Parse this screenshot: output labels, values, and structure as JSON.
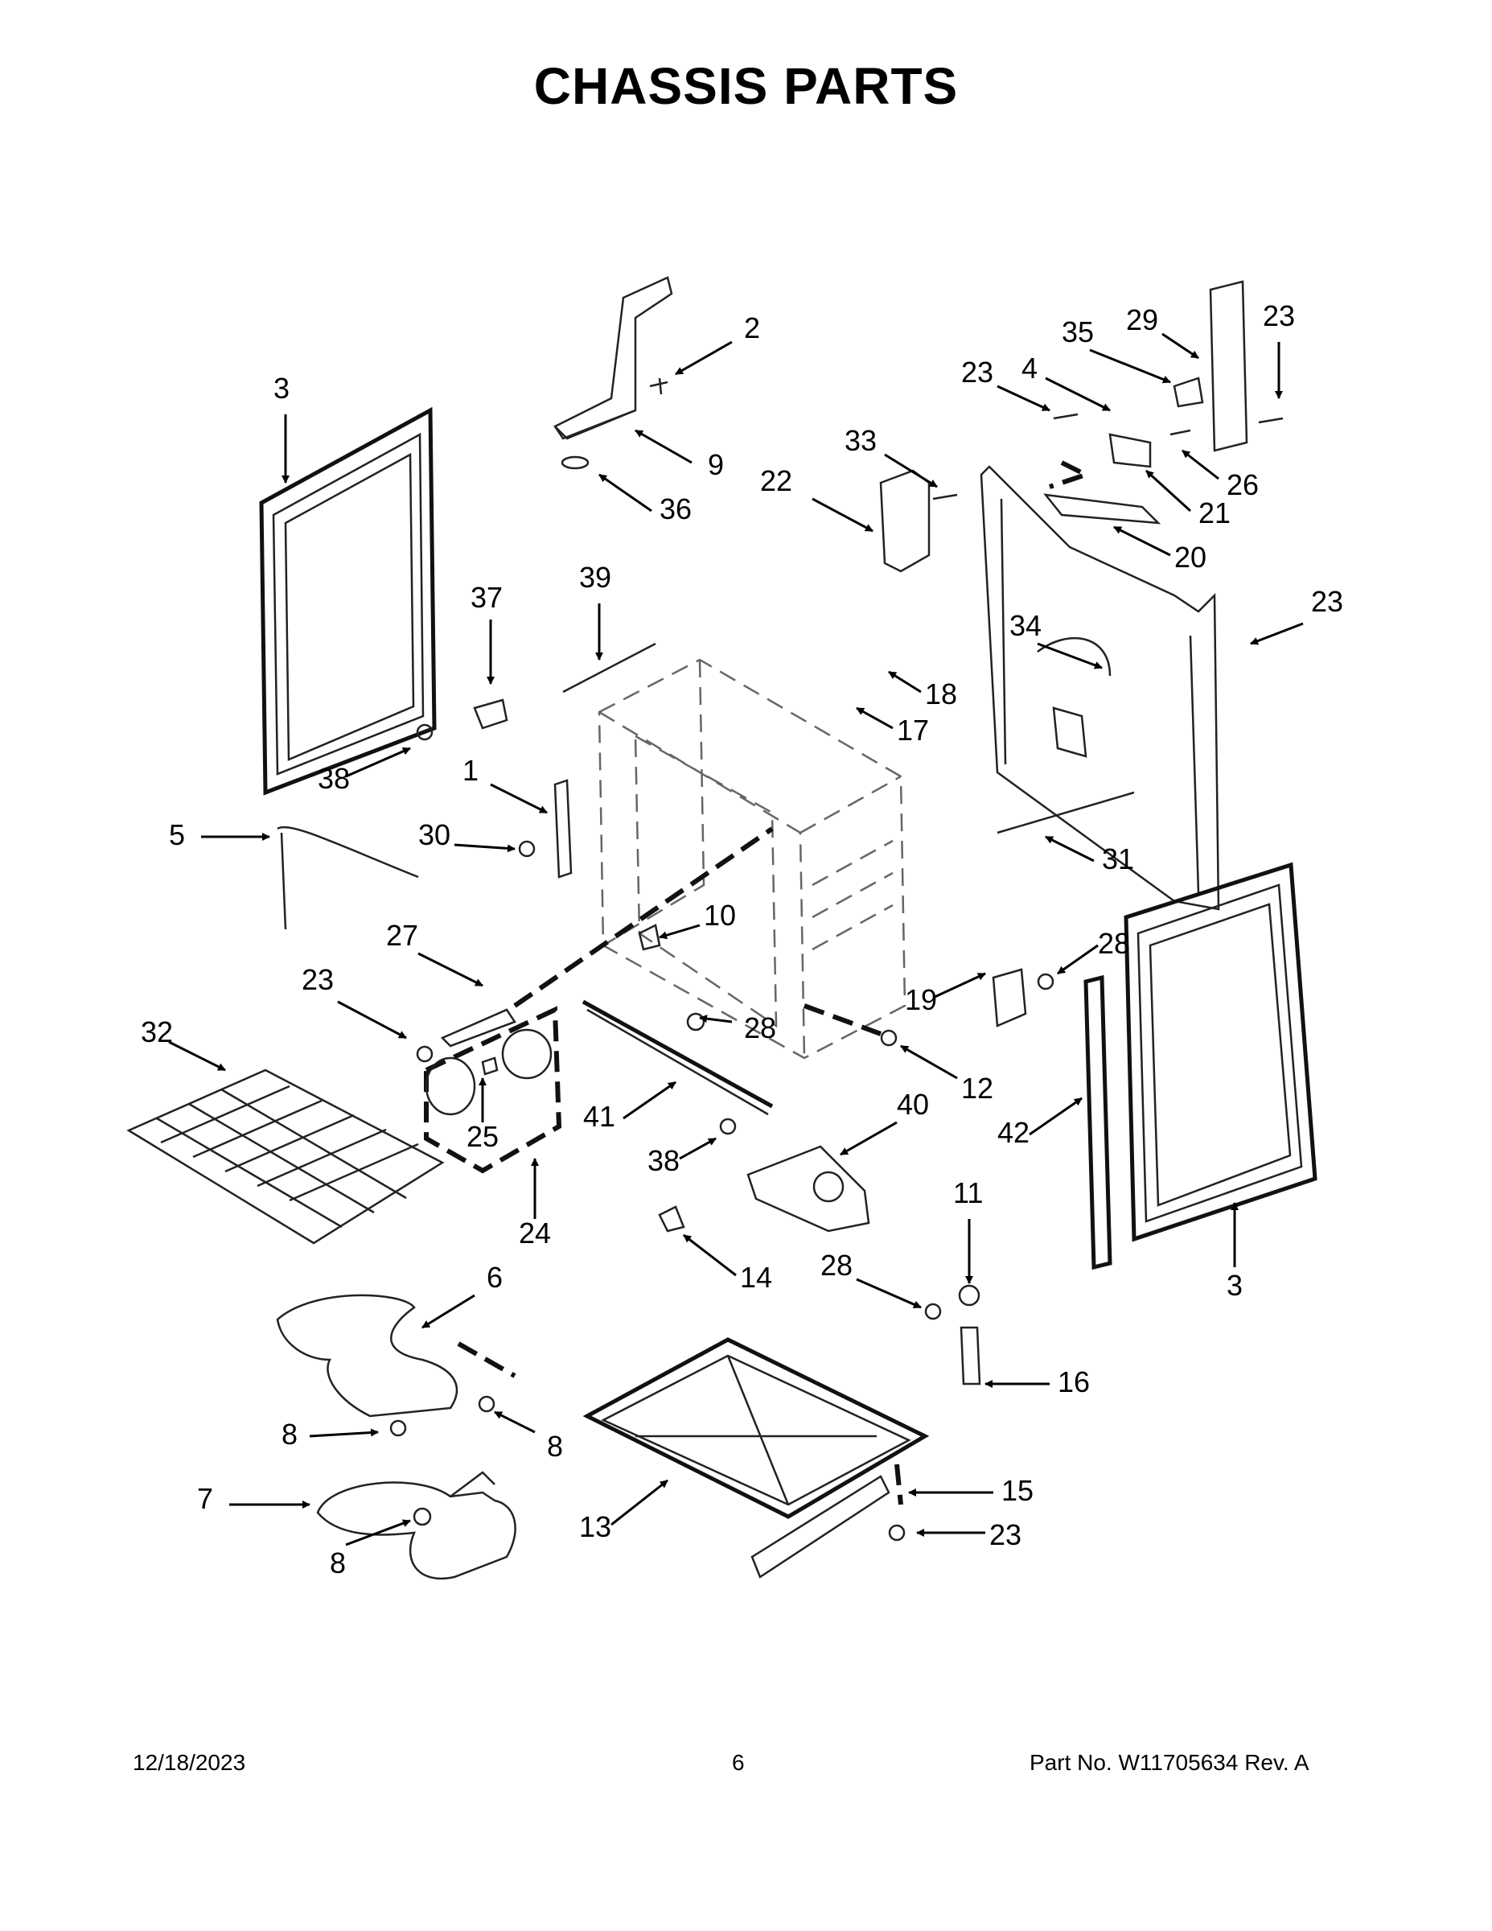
{
  "page": {
    "title": "CHASSIS PARTS",
    "footer_date": "12/18/2023",
    "footer_page": "6",
    "footer_part": "Part No.  W11705634  Rev.  A"
  },
  "callouts": [
    {
      "id": "c1",
      "label": "1"
    },
    {
      "id": "c2",
      "label": "2"
    },
    {
      "id": "c3a",
      "label": "3"
    },
    {
      "id": "c3b",
      "label": "3"
    },
    {
      "id": "c4",
      "label": "4"
    },
    {
      "id": "c5",
      "label": "5"
    },
    {
      "id": "c6",
      "label": "6"
    },
    {
      "id": "c7",
      "label": "7"
    },
    {
      "id": "c8a",
      "label": "8"
    },
    {
      "id": "c8b",
      "label": "8"
    },
    {
      "id": "c8c",
      "label": "8"
    },
    {
      "id": "c9",
      "label": "9"
    },
    {
      "id": "c10",
      "label": "10"
    },
    {
      "id": "c11",
      "label": "11"
    },
    {
      "id": "c12",
      "label": "12"
    },
    {
      "id": "c13",
      "label": "13"
    },
    {
      "id": "c14",
      "label": "14"
    },
    {
      "id": "c15",
      "label": "15"
    },
    {
      "id": "c16",
      "label": "16"
    },
    {
      "id": "c17",
      "label": "17"
    },
    {
      "id": "c18",
      "label": "18"
    },
    {
      "id": "c19",
      "label": "19"
    },
    {
      "id": "c20",
      "label": "20"
    },
    {
      "id": "c21",
      "label": "21"
    },
    {
      "id": "c22",
      "label": "22"
    },
    {
      "id": "c23a",
      "label": "23"
    },
    {
      "id": "c23b",
      "label": "23"
    },
    {
      "id": "c23c",
      "label": "23"
    },
    {
      "id": "c23d",
      "label": "23"
    },
    {
      "id": "c23e",
      "label": "23"
    },
    {
      "id": "c24",
      "label": "24"
    },
    {
      "id": "c25",
      "label": "25"
    },
    {
      "id": "c26",
      "label": "26"
    },
    {
      "id": "c27",
      "label": "27"
    },
    {
      "id": "c28a",
      "label": "28"
    },
    {
      "id": "c28b",
      "label": "28"
    },
    {
      "id": "c28c",
      "label": "28"
    },
    {
      "id": "c29",
      "label": "29"
    },
    {
      "id": "c30",
      "label": "30"
    },
    {
      "id": "c31",
      "label": "31"
    },
    {
      "id": "c32",
      "label": "32"
    },
    {
      "id": "c33",
      "label": "33"
    },
    {
      "id": "c34",
      "label": "34"
    },
    {
      "id": "c35",
      "label": "35"
    },
    {
      "id": "c36",
      "label": "36"
    },
    {
      "id": "c37",
      "label": "37"
    },
    {
      "id": "c38a",
      "label": "38"
    },
    {
      "id": "c38b",
      "label": "38"
    },
    {
      "id": "c39",
      "label": "39"
    },
    {
      "id": "c40",
      "label": "40"
    },
    {
      "id": "c41",
      "label": "41"
    },
    {
      "id": "c42",
      "label": "42"
    }
  ]
}
